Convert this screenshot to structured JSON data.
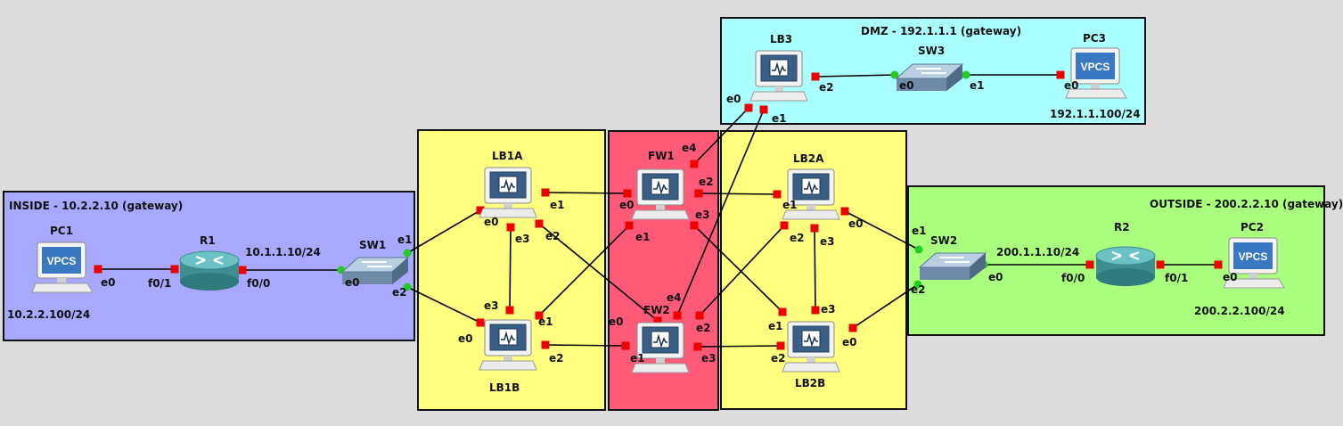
{
  "zones": {
    "inside": {
      "title": "INSIDE - 10.2.2.10 (gateway)",
      "color": "#a8a8ff"
    },
    "dmz": {
      "title": "DMZ - 192.1.1.1 (gateway)",
      "color": "#aaffff"
    },
    "outside": {
      "title": "OUTSIDE - 200.2.2.10 (gateway)",
      "color": "#aaff7f"
    },
    "lb1": {
      "title": "",
      "color": "#ffff80"
    },
    "fw": {
      "title": "",
      "color": "#ff5a78"
    },
    "lb2": {
      "title": "",
      "color": "#ffff80"
    }
  },
  "nodes": {
    "pc1": {
      "name": "PC1",
      "icon": "vpcs-icon",
      "badge": "VPCS"
    },
    "r1": {
      "name": "R1",
      "icon": "router-icon"
    },
    "sw1": {
      "name": "SW1",
      "icon": "switch-icon"
    },
    "lb1a": {
      "name": "LB1A",
      "icon": "appliance-icon"
    },
    "lb1b": {
      "name": "LB1B",
      "icon": "appliance-icon"
    },
    "fw1": {
      "name": "FW1",
      "icon": "appliance-icon"
    },
    "fw2": {
      "name": "FW2",
      "icon": "appliance-icon"
    },
    "lb2a": {
      "name": "LB2A",
      "icon": "appliance-icon"
    },
    "lb2b": {
      "name": "LB2B",
      "icon": "appliance-icon"
    },
    "sw2": {
      "name": "SW2",
      "icon": "switch-icon"
    },
    "r2": {
      "name": "R2",
      "icon": "router-icon"
    },
    "pc2": {
      "name": "PC2",
      "icon": "vpcs-icon",
      "badge": "VPCS"
    },
    "lb3": {
      "name": "LB3",
      "icon": "appliance-icon"
    },
    "sw3": {
      "name": "SW3",
      "icon": "switch-icon"
    },
    "pc3": {
      "name": "PC3",
      "icon": "vpcs-icon",
      "badge": "VPCS"
    }
  },
  "addresses": {
    "pc1": "10.2.2.100/24",
    "r1_f00": "10.1.1.10/24",
    "r2_f00": "200.1.1.10/24",
    "pc2": "200.2.2.100/24",
    "pc3": "192.1.1.100/24"
  },
  "iface": {
    "pc1_e0": "e0",
    "r1_f01": "f0/1",
    "r1_f00": "f0/0",
    "sw1_e0": "e0",
    "sw1_e1": "e1",
    "sw1_e2": "e2",
    "lb1a_e0": "e0",
    "lb1a_e1": "e1",
    "lb1a_e2": "e2",
    "lb1a_e3": "e3",
    "lb1b_e0": "e0",
    "lb1b_e1": "e1",
    "lb1b_e2": "e2",
    "lb1b_e3": "e3",
    "fw1_e0": "e0",
    "fw1_e1": "e1",
    "fw1_e2": "e2",
    "fw1_e3": "e3",
    "fw1_e4": "e4",
    "fw2_e0": "e0",
    "fw2_e1": "e1",
    "fw2_e2": "e2",
    "fw2_e3": "e3",
    "fw2_e4": "e4",
    "lb2a_e0": "e0",
    "lb2a_e1": "e1",
    "lb2a_e2": "e2",
    "lb2a_e3": "e3",
    "lb2b_e0": "e0",
    "lb2b_e1": "e1",
    "lb2b_e2": "e2",
    "lb2b_e3": "e3",
    "sw2_e0": "e0",
    "sw2_e1": "e1",
    "sw2_e2": "e2",
    "r2_f00": "f0/0",
    "r2_f01": "f0/1",
    "pc2_e0": "e0",
    "lb3_e0": "e0",
    "lb3_e1": "e1",
    "lb3_e2": "e2",
    "sw3_e0": "e0",
    "sw3_e1": "e1",
    "pc3_e0": "e0"
  },
  "colors": {
    "link": "#000000",
    "port_down": "#ee0000",
    "port_up": "#22cc22"
  }
}
